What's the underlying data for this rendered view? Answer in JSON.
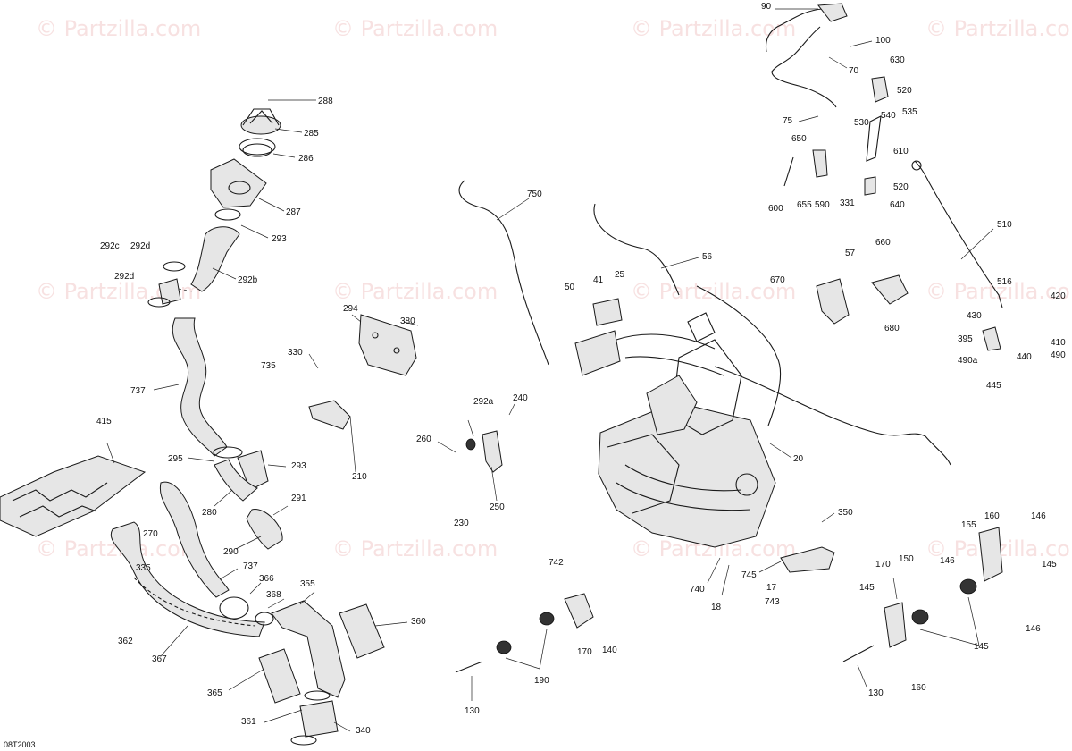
{
  "diagram_code": "08T2003",
  "watermark": {
    "text": "© Partzilla.com",
    "color": "#f2c9c9"
  },
  "callouts": [
    "90",
    "100",
    "70",
    "630",
    "520",
    "75",
    "530",
    "540",
    "535",
    "650",
    "610",
    "600",
    "655",
    "590",
    "331",
    "520",
    "640",
    "288",
    "285",
    "286",
    "287",
    "293",
    "292c",
    "292d",
    "292d",
    "292b",
    "750",
    "56",
    "510",
    "25",
    "41",
    "50",
    "294",
    "380",
    "330",
    "735",
    "737",
    "292a",
    "240",
    "260",
    "250",
    "230",
    "210",
    "20",
    "57",
    "660",
    "670",
    "680",
    "516",
    "420",
    "430",
    "395",
    "410",
    "490",
    "490a",
    "440",
    "445",
    "415",
    "295",
    "293",
    "291",
    "280",
    "290",
    "270",
    "335",
    "737",
    "366",
    "368",
    "355",
    "360",
    "362",
    "367",
    "365",
    "361",
    "340",
    "350",
    "745",
    "740",
    "18",
    "17",
    "743",
    "742",
    "170",
    "140",
    "190",
    "130",
    "160",
    "155",
    "146",
    "146",
    "145",
    "170",
    "150",
    "145",
    "146",
    "145",
    "130",
    "160",
    "145"
  ]
}
